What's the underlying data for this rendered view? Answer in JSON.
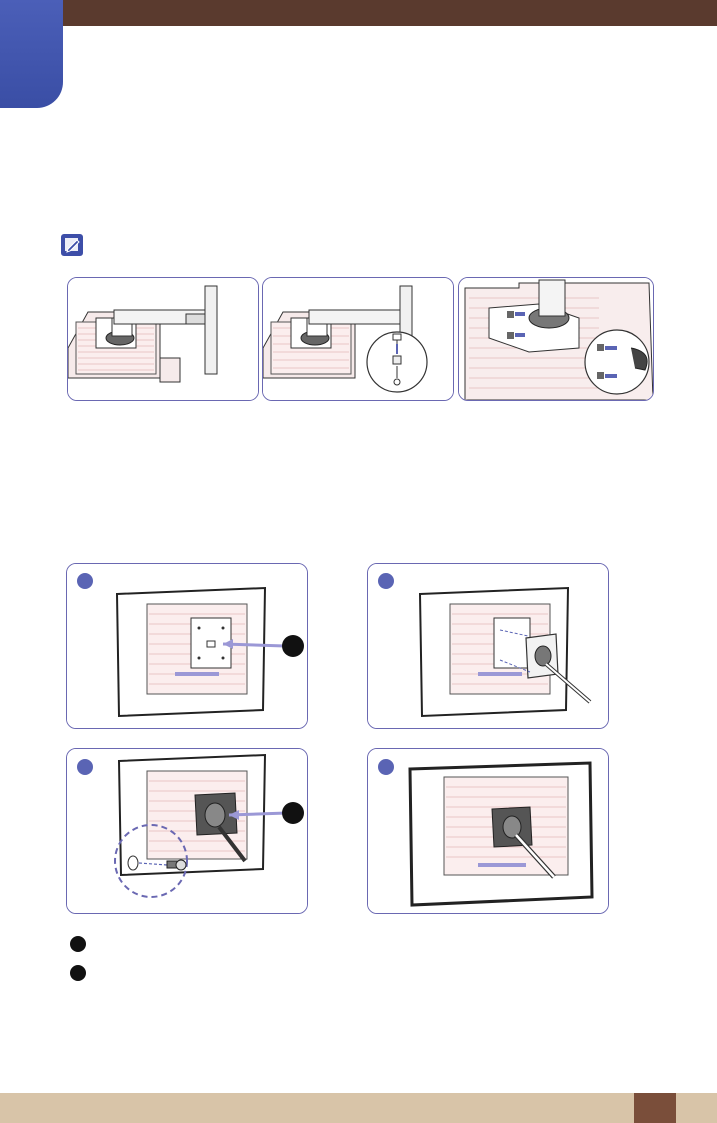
{
  "header": {
    "bar_color": "#5a3a2e",
    "tab_color": "#4b5fb8"
  },
  "note": {
    "icon": "note-pencil-icon"
  },
  "stand_removal_figures": [
    {
      "name": "monitor-on-stand"
    },
    {
      "name": "stand-screw-removal"
    },
    {
      "name": "slide-stand-off"
    }
  ],
  "attachment_steps": [
    {
      "name": "step-1-rear-view"
    },
    {
      "name": "step-2-align-plate"
    },
    {
      "name": "step-3-insert-screws"
    },
    {
      "name": "step-4-completed"
    }
  ],
  "legend": {
    "items": 2
  },
  "footer": {
    "bar_color": "#d8c4a8",
    "page_box_color": "#7a4e3a"
  }
}
